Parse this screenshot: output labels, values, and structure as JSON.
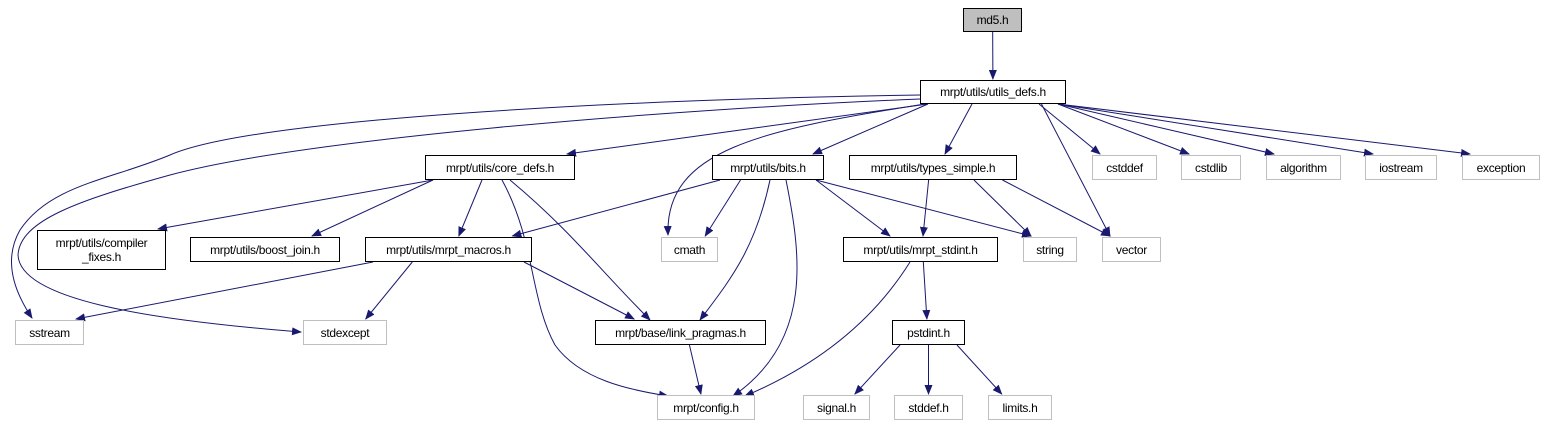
{
  "colors": {
    "edge": "#191970",
    "root_fill": "#bfbfbf",
    "external_border": "#bfbfbf"
  },
  "nodes": {
    "md5": {
      "label": "md5.h",
      "kind": "root"
    },
    "utils_defs": {
      "label": "mrpt/utils/utils_defs.h",
      "kind": "doc"
    },
    "core_defs": {
      "label": "mrpt/utils/core_defs.h",
      "kind": "doc"
    },
    "bits": {
      "label": "mrpt/utils/bits.h",
      "kind": "doc"
    },
    "types_simple": {
      "label": "mrpt/utils/types_simple.h",
      "kind": "doc"
    },
    "cstddef": {
      "label": "cstddef",
      "kind": "ext"
    },
    "cstdlib": {
      "label": "cstdlib",
      "kind": "ext"
    },
    "algorithm": {
      "label": "algorithm",
      "kind": "ext"
    },
    "iostream": {
      "label": "iostream",
      "kind": "ext"
    },
    "exception": {
      "label": "exception",
      "kind": "ext"
    },
    "compiler_fixes": {
      "label": "mrpt/utils/compiler\n_fixes.h",
      "kind": "doc"
    },
    "boost_join": {
      "label": "mrpt/utils/boost_join.h",
      "kind": "doc"
    },
    "mrpt_macros": {
      "label": "mrpt/utils/mrpt_macros.h",
      "kind": "doc"
    },
    "cmath": {
      "label": "cmath",
      "kind": "ext"
    },
    "mrpt_stdint": {
      "label": "mrpt/utils/mrpt_stdint.h",
      "kind": "doc"
    },
    "string": {
      "label": "string",
      "kind": "ext"
    },
    "vector": {
      "label": "vector",
      "kind": "ext"
    },
    "sstream": {
      "label": "sstream",
      "kind": "ext"
    },
    "stdexcept": {
      "label": "stdexcept",
      "kind": "ext"
    },
    "link_pragmas": {
      "label": "mrpt/base/link_pragmas.h",
      "kind": "doc"
    },
    "pstdint": {
      "label": "pstdint.h",
      "kind": "doc"
    },
    "config": {
      "label": "mrpt/config.h",
      "kind": "ext"
    },
    "signal": {
      "label": "signal.h",
      "kind": "ext"
    },
    "stddef": {
      "label": "stddef.h",
      "kind": "ext"
    },
    "limits": {
      "label": "limits.h",
      "kind": "ext"
    }
  },
  "edges": [
    [
      "md5",
      "utils_defs"
    ],
    [
      "utils_defs",
      "sstream"
    ],
    [
      "utils_defs",
      "stdexcept"
    ],
    [
      "utils_defs",
      "core_defs"
    ],
    [
      "utils_defs",
      "cmath"
    ],
    [
      "utils_defs",
      "bits"
    ],
    [
      "utils_defs",
      "types_simple"
    ],
    [
      "utils_defs",
      "vector"
    ],
    [
      "utils_defs",
      "cstddef"
    ],
    [
      "utils_defs",
      "cstdlib"
    ],
    [
      "utils_defs",
      "algorithm"
    ],
    [
      "utils_defs",
      "iostream"
    ],
    [
      "utils_defs",
      "exception"
    ],
    [
      "core_defs",
      "compiler_fixes"
    ],
    [
      "core_defs",
      "boost_join"
    ],
    [
      "core_defs",
      "mrpt_macros"
    ],
    [
      "core_defs",
      "config"
    ],
    [
      "core_defs",
      "link_pragmas"
    ],
    [
      "bits",
      "mrpt_macros"
    ],
    [
      "bits",
      "cmath"
    ],
    [
      "bits",
      "link_pragmas"
    ],
    [
      "bits",
      "config"
    ],
    [
      "bits",
      "mrpt_stdint"
    ],
    [
      "bits",
      "string"
    ],
    [
      "types_simple",
      "mrpt_stdint"
    ],
    [
      "types_simple",
      "string"
    ],
    [
      "types_simple",
      "vector"
    ],
    [
      "mrpt_macros",
      "sstream"
    ],
    [
      "mrpt_macros",
      "stdexcept"
    ],
    [
      "mrpt_macros",
      "link_pragmas"
    ],
    [
      "mrpt_stdint",
      "pstdint"
    ],
    [
      "mrpt_stdint",
      "config"
    ],
    [
      "link_pragmas",
      "config"
    ],
    [
      "pstdint",
      "signal"
    ],
    [
      "pstdint",
      "stddef"
    ],
    [
      "pstdint",
      "limits"
    ]
  ]
}
